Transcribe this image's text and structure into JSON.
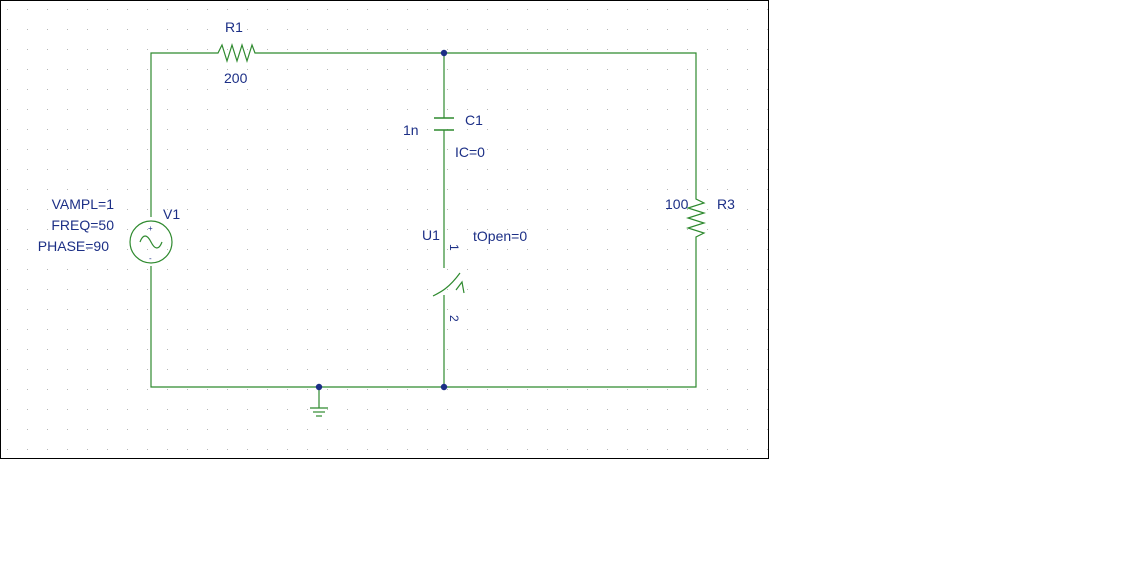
{
  "colors": {
    "wire": "#2f8a2f",
    "part": "#2f8a2f",
    "label": "#1c2f86",
    "junction": "#1c2f86",
    "grid_dot": "#b7b7b7",
    "border": "#000000",
    "background": "#ffffff"
  },
  "components": {
    "r1": {
      "ref": "R1",
      "value": "200"
    },
    "r3": {
      "ref": "R3",
      "value": "100"
    },
    "c1": {
      "ref": "C1",
      "value": "1n",
      "ic": "IC=0"
    },
    "v1": {
      "ref": "V1",
      "vampl": "VAMPL=1",
      "freq": "FREQ=50",
      "phase": "PHASE=90",
      "plus": "+",
      "minus": "-"
    },
    "u1": {
      "ref": "U1",
      "topen": "tOpen=0",
      "pin1": "1",
      "pin2": "2"
    }
  },
  "icons": {
    "ground": "ground-icon",
    "ac_source": "ac-source-icon",
    "resistor": "resistor-icon",
    "capacitor": "capacitor-icon",
    "switch": "switch-icon"
  }
}
